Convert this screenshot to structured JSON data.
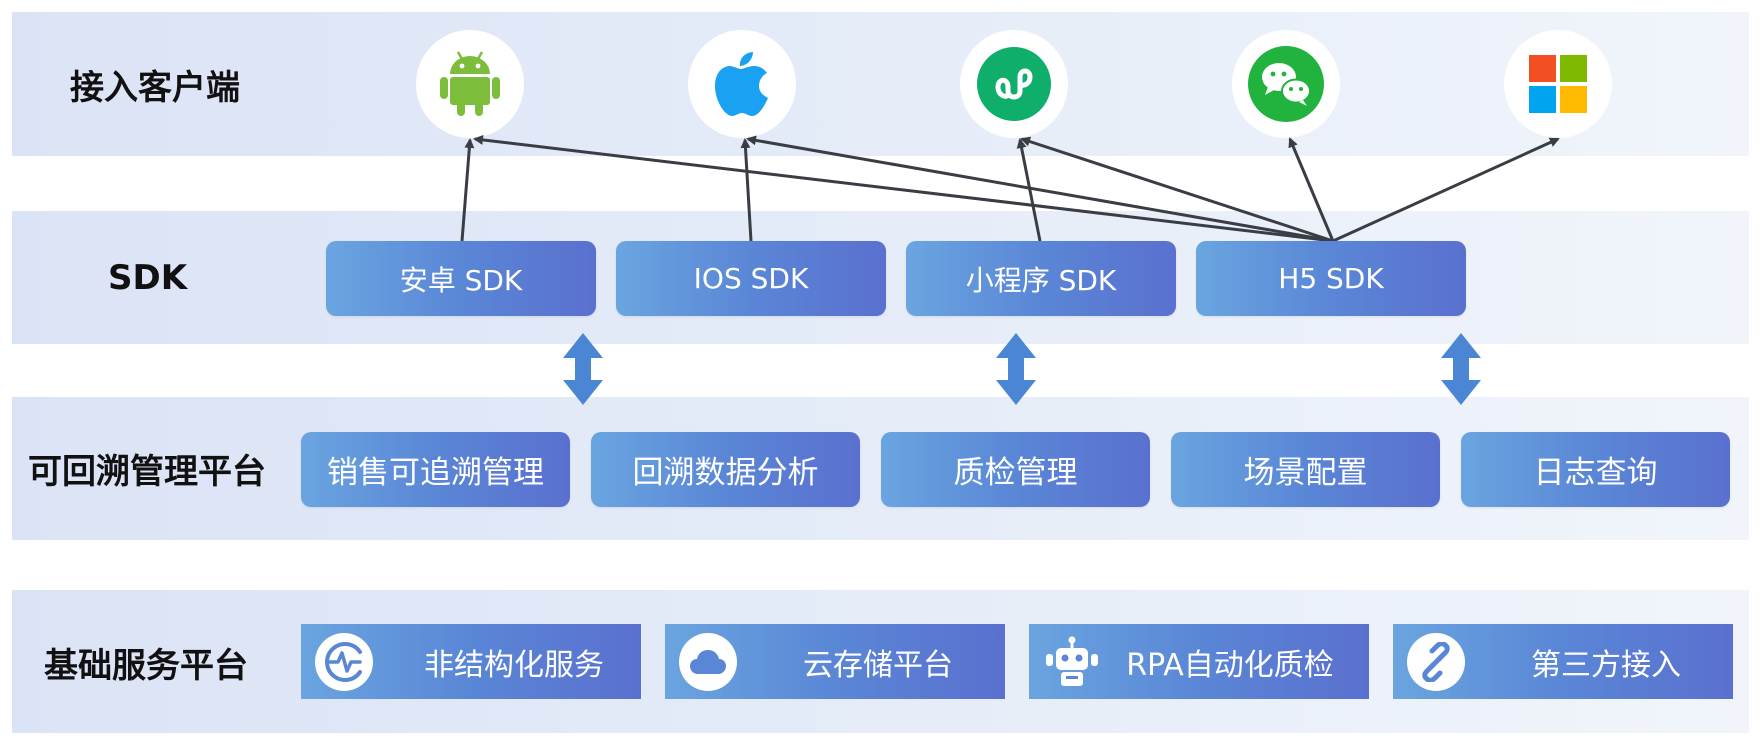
{
  "layers": {
    "clients": {
      "label": "接入客户端"
    },
    "sdk": {
      "label": "SDK"
    },
    "platform": {
      "label": "可回溯管理平台"
    },
    "base": {
      "label": "基础服务平台"
    }
  },
  "client_icons": [
    "android-icon",
    "apple-icon",
    "mini-program-icon",
    "wechat-icon",
    "windows-icon"
  ],
  "sdk_items": [
    "安卓 SDK",
    "IOS SDK",
    "小程序 SDK",
    "H5 SDK"
  ],
  "platform_items": [
    "销售可追溯管理",
    "回溯数据分析",
    "质检管理",
    "场景配置",
    "日志查询"
  ],
  "base_items": [
    {
      "label": "非结构化服务",
      "icon": "pulse-icon"
    },
    {
      "label": "云存储平台",
      "icon": "cloud-icon"
    },
    {
      "label": "RPA自动化质检",
      "icon": "robot-icon"
    },
    {
      "label": "第三方接入",
      "icon": "link-icon"
    }
  ],
  "colors": {
    "android": "#7cbd3c",
    "apple": "#1ba1f2",
    "mini_program": "#0fae6a",
    "wechat": "#22b33f",
    "windows_red": "#f25022",
    "windows_green": "#7fba00",
    "windows_blue": "#00a4ef",
    "windows_yellow": "#ffb900",
    "arrow": "#3a3d44",
    "double_arrow": "#4b86d4"
  }
}
